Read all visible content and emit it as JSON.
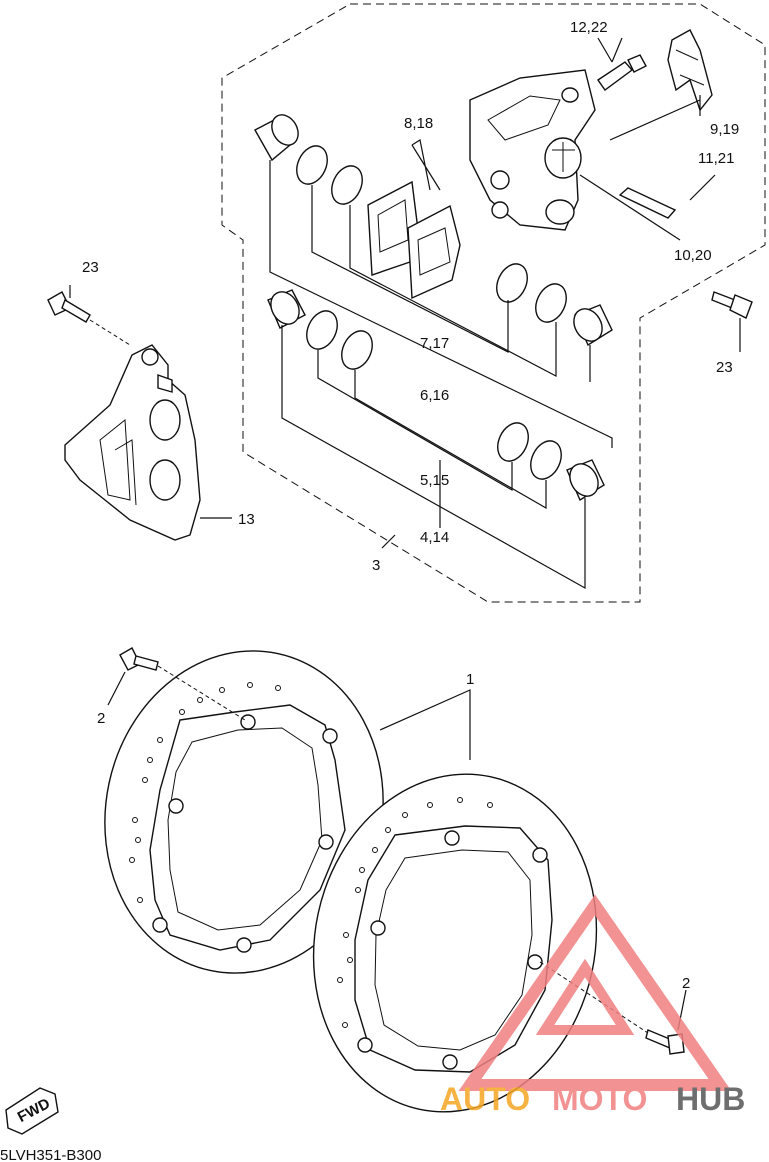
{
  "labels": {
    "l1": "1",
    "l2a": "2",
    "l2b": "2",
    "l3": "3",
    "l4": "4,14",
    "l5": "5,15",
    "l6": "6,16",
    "l7": "7,17",
    "l8": "8,18",
    "l9": "9,19",
    "l10": "10,20",
    "l11": "11,21",
    "l12": "12,22",
    "l13": "13",
    "l23a": "23",
    "l23b": "23"
  },
  "fwd": "FWD",
  "code": "5LVH351-B300",
  "watermark": {
    "auto": "AUTO",
    "moto": "MOTO",
    "hub": "HUB",
    "color_red": "#f08080",
    "color_orange": "#f5a623",
    "color_dark": "#555555"
  }
}
